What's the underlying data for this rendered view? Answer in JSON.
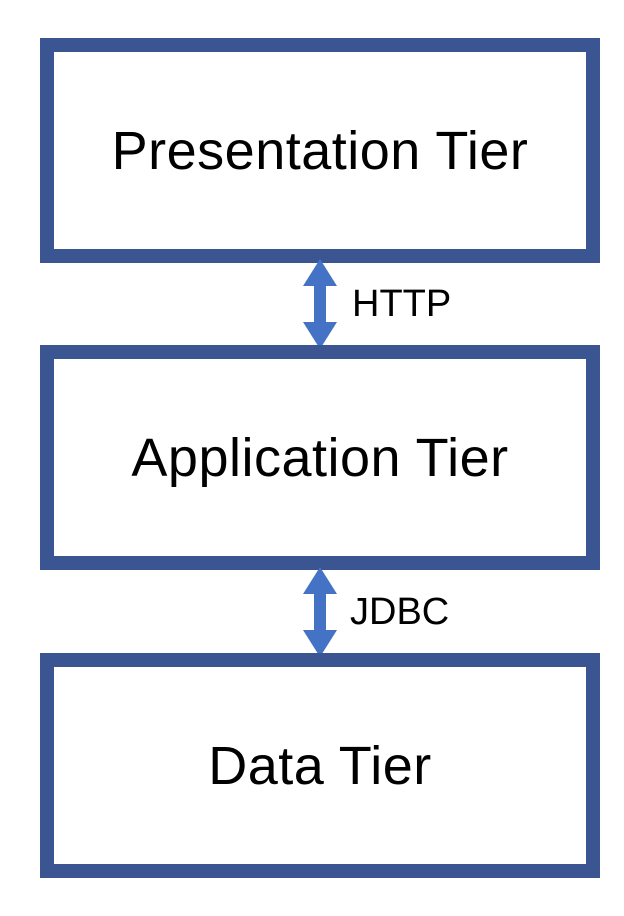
{
  "tiers": {
    "presentation": "Presentation Tier",
    "application": "Application Tier",
    "data": "Data Tier"
  },
  "connectors": {
    "presentation_application": "HTTP",
    "application_data": "JDBC"
  },
  "colors": {
    "box_border": "#3A5591",
    "arrow": "#4472C4",
    "text": "#000000",
    "background": "#FFFFFF"
  },
  "icons": {
    "connector_arrow": "double-headed-vertical-arrow-icon"
  }
}
